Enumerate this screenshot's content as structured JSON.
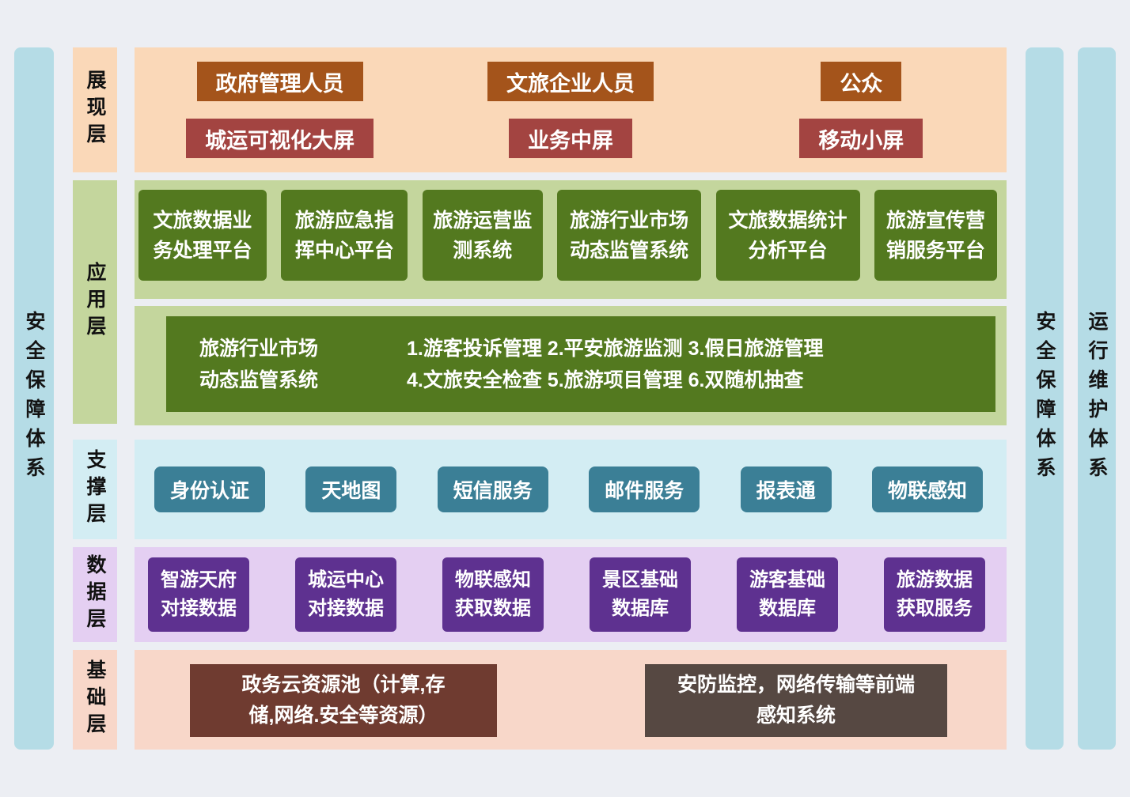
{
  "colors": {
    "background": "#eceef3",
    "side_bar": "#b5dce6",
    "presentation_panel": "#fad8b8",
    "presentation_user_box": "#a4541b",
    "presentation_screen_box": "#a34441",
    "application_panel": "#c4d69d",
    "application_box": "#53791f",
    "support_panel": "#d3edf3",
    "support_box": "#3b7f96",
    "data_panel": "#e4cff2",
    "data_box": "#5e3190",
    "infrastructure_panel": "#f8d7c9",
    "infrastructure_cloud_box": "#6f3b30",
    "infrastructure_security_box": "#564842"
  },
  "side_bars": {
    "left": "安全保障体系",
    "right_security": "安全保障体系",
    "right_ops": "运行维护体系"
  },
  "layers": {
    "presentation": {
      "label": "展现层",
      "users": [
        "政府管理人员",
        "文旅企业人员",
        "公众"
      ],
      "screens": [
        "城运可视化大屏",
        "业务中屏",
        "移动小屏"
      ]
    },
    "application": {
      "label": "应用层",
      "systems": [
        [
          "文旅数据业",
          "务处理平台"
        ],
        [
          "旅游应急指",
          "挥中心平台"
        ],
        [
          "旅游运营监",
          "测系统"
        ],
        [
          "旅游行业市场",
          "动态监管系统"
        ],
        [
          "文旅数据统计",
          "分析平台"
        ],
        [
          "旅游宣传营",
          "销服务平台"
        ]
      ],
      "detail": {
        "title": [
          "旅游行业市场",
          "动态监管系统"
        ],
        "features": [
          "1.游客投诉管理 2.平安旅游监测 3.假日旅游管理",
          "4.文旅安全检查 5.旅游项目管理 6.双随机抽查"
        ]
      }
    },
    "support": {
      "label": "支撑层",
      "services": [
        "身份认证",
        "天地图",
        "短信服务",
        "邮件服务",
        "报表通",
        "物联感知"
      ]
    },
    "data": {
      "label": "数据层",
      "sources": [
        [
          "智游天府",
          "对接数据"
        ],
        [
          "城运中心",
          "对接数据"
        ],
        [
          "物联感知",
          "获取数据"
        ],
        [
          "景区基础",
          "数据库"
        ],
        [
          "游客基础",
          "数据库"
        ],
        [
          "旅游数据",
          "获取服务"
        ]
      ]
    },
    "infrastructure": {
      "label": "基础层",
      "facilities": [
        [
          "政务云资源池（计算,存",
          "储,网络.安全等资源）"
        ],
        [
          "安防监控，网络传输等前端",
          "感知系统"
        ]
      ]
    }
  }
}
